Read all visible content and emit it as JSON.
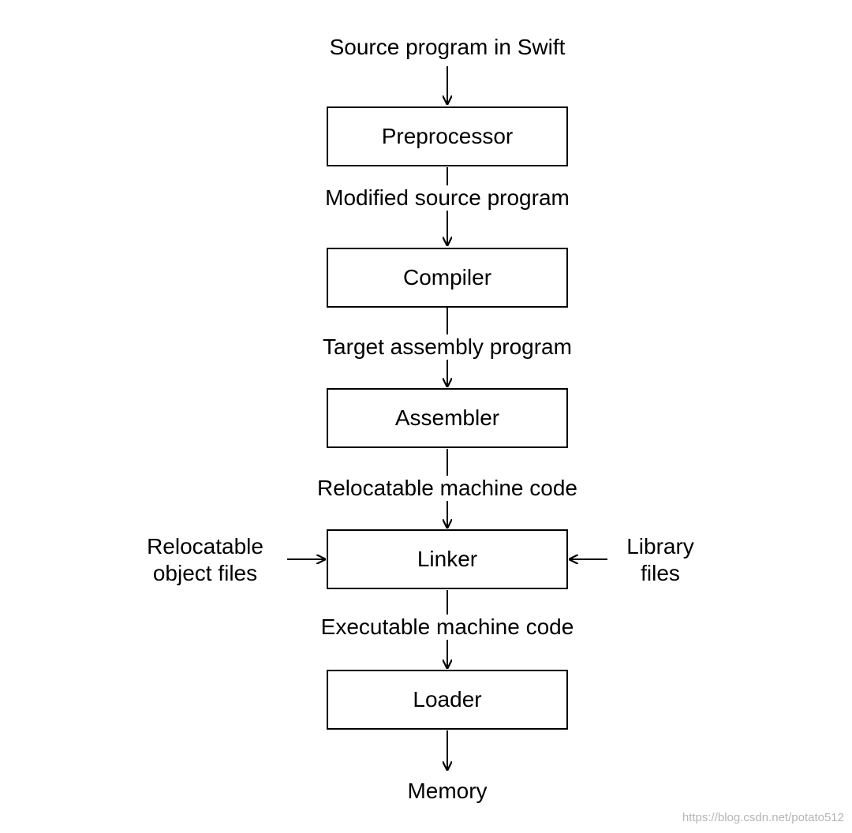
{
  "diagram": {
    "source": "Source program in Swift",
    "stages": [
      {
        "name": "Preprocessor",
        "output": "Modified source program"
      },
      {
        "name": "Compiler",
        "output": "Target assembly program"
      },
      {
        "name": "Assembler",
        "output": "Relocatable machine code"
      },
      {
        "name": "Linker",
        "output": "Executable machine code"
      },
      {
        "name": "Loader",
        "output": "Memory"
      }
    ],
    "linker_inputs": {
      "left": [
        "Relocatable",
        "object files"
      ],
      "right": [
        "Library",
        "files"
      ]
    }
  },
  "watermark": "https://blog.csdn.net/potato512",
  "colors": {
    "stroke": "#000000",
    "background": "#ffffff",
    "watermark": "#b5b5b5"
  }
}
